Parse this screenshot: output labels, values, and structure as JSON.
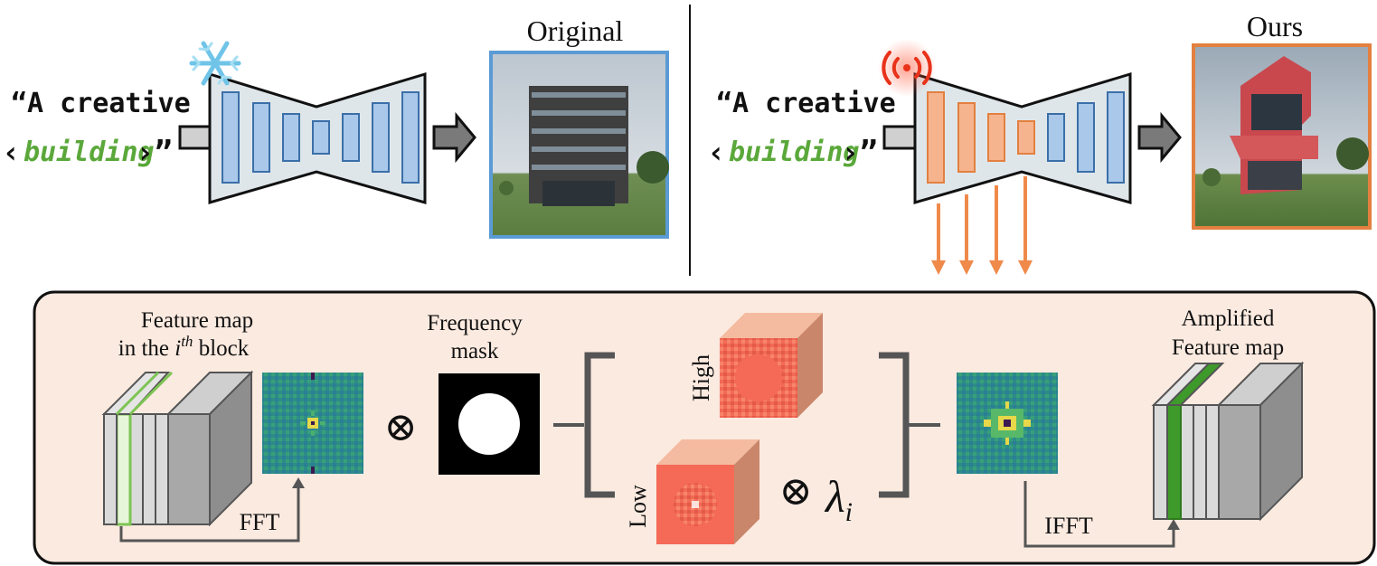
{
  "left_panel": {
    "prompt_line1": "“A creative",
    "prompt_open": "‹",
    "prompt_word": "building",
    "prompt_close": "›”",
    "result_title": "Original",
    "status_icon": "snowflake-icon",
    "block_color": "#a9c8ea"
  },
  "right_panel": {
    "prompt_line1": "“A creative",
    "prompt_open": "‹",
    "prompt_word": "building",
    "prompt_close": "›”",
    "result_title": "Ours",
    "status_icon": "signal-waves-icon",
    "block_color": "#f6b48e"
  },
  "detail": {
    "feature_map_line1": "Feature map",
    "feature_map_line2_pre": "in the ",
    "feature_map_i": "i",
    "feature_map_sup": "th",
    "feature_map_line2_post": " block",
    "frequency_mask_line1": "Frequency",
    "frequency_mask_line2": "mask",
    "otimes_1": "⊗",
    "high_label": "High",
    "low_label": "Low",
    "otimes_2": "⊗",
    "lambda": "λ",
    "lambda_sub": "i",
    "fft_label": "FFT",
    "ifft_label": "IFFT",
    "amplified_line1": "Amplified",
    "amplified_line2": "Feature map"
  },
  "colors": {
    "green_word": "#5aa83a",
    "blue_frame": "#5b9bd5",
    "orange_frame": "#e3803f",
    "orange_arrow": "#f08a4b",
    "panel_fill": "#fbeae0",
    "spectrum_bg": "#2a8a86"
  }
}
